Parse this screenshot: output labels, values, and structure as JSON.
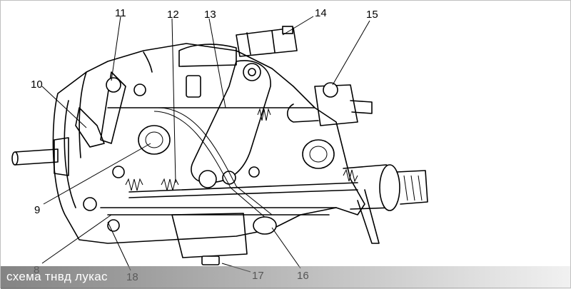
{
  "caption": "схема тнвд лукас",
  "labels": [
    {
      "id": "11",
      "text": "11"
    },
    {
      "id": "12",
      "text": "12"
    },
    {
      "id": "13",
      "text": "13"
    },
    {
      "id": "14",
      "text": "14"
    },
    {
      "id": "15",
      "text": "15"
    },
    {
      "id": "10",
      "text": "10"
    },
    {
      "id": "9",
      "text": "9"
    },
    {
      "id": "8",
      "text": "8"
    },
    {
      "id": "18",
      "text": "18"
    },
    {
      "id": "17",
      "text": "17"
    },
    {
      "id": "16",
      "text": "16"
    }
  ]
}
